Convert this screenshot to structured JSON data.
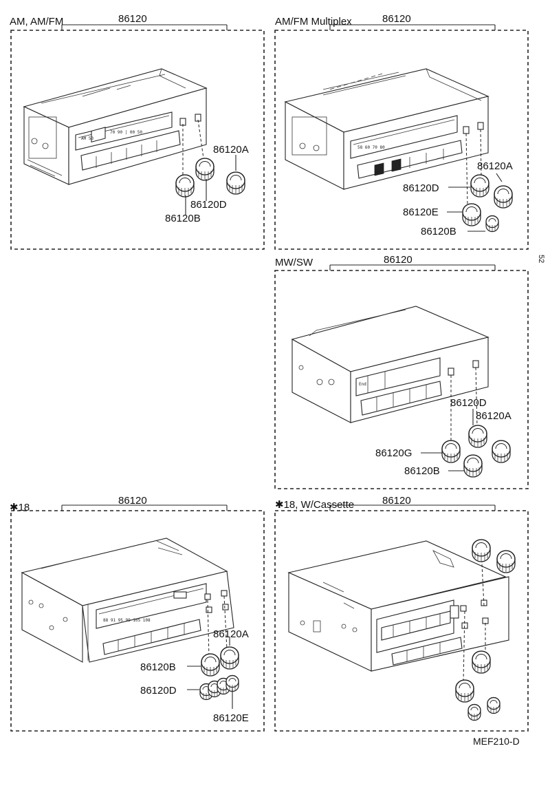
{
  "code": "MEF210-D",
  "margin_mark": "52",
  "panels": {
    "p1": {
      "title": "AM, AM/FM",
      "number": "86120",
      "parts": {
        "a": "86120A",
        "d": "86120D",
        "b": "86120B"
      }
    },
    "p2": {
      "title": "AM/FM Multiplex",
      "number": "86120",
      "parts": {
        "a": "86120A",
        "d": "86120D",
        "e": "86120E",
        "b": "86120B"
      }
    },
    "p3": {
      "title": "MW/SW",
      "number": "86120",
      "parts": {
        "d": "86120D",
        "a": "86120A",
        "g": "86120G",
        "b": "86120B"
      }
    },
    "p4": {
      "title": "✱18",
      "number": "86120",
      "parts": {
        "a": "86120A",
        "b": "86120B",
        "d": "86120D",
        "e": "86120E"
      }
    },
    "p5": {
      "title": "✱18, W/Cassette",
      "number": "86120"
    }
  },
  "radio_text": {
    "p1_band": "AM 53",
    "p1_freq": "70  90 | 00  50",
    "p2_freq": "58  60  70  80",
    "p3_band": "End",
    "p4_freq": "88  91  95  99  105  108"
  }
}
